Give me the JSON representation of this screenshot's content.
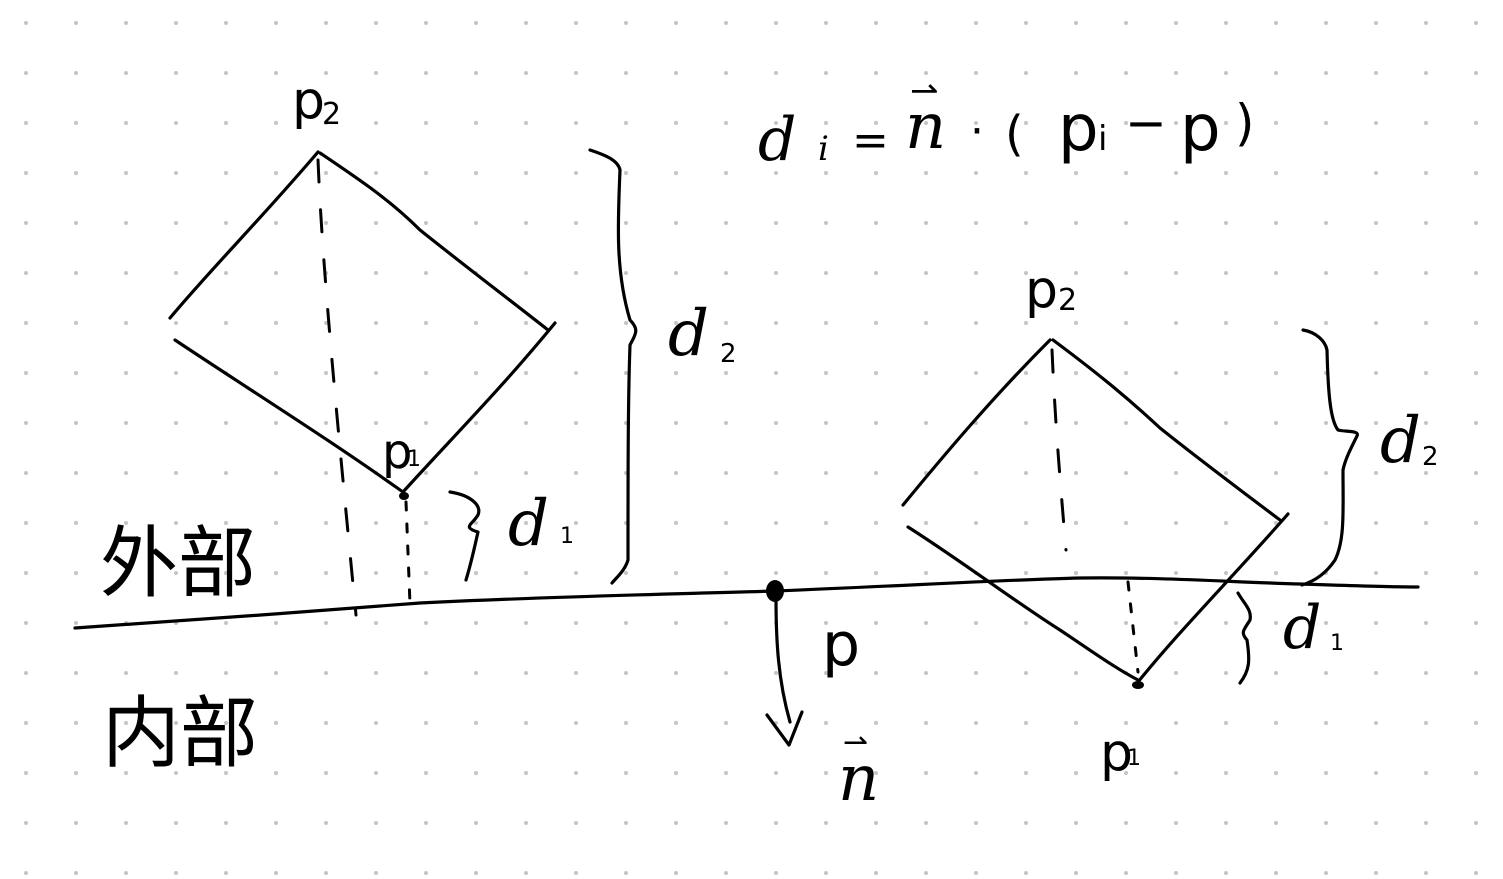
{
  "canvas": {
    "background": "#ffffff",
    "grid_dot_color": "#c4c4c4",
    "grid_spacing": 50,
    "grid_origin": [
      26,
      23
    ],
    "ink_color": "#000000"
  },
  "formula": {
    "lhs": "d",
    "lhs_sub": "i",
    "equals": "=",
    "vector": "n",
    "vector_arrow": "⇀",
    "dot": "·",
    "open_paren": "(",
    "point": "p",
    "point_sub": "i",
    "minus": "−",
    "point2": "p",
    "close_paren": ")"
  },
  "regions": {
    "outside_label": "外部",
    "inside_label": "内部"
  },
  "plane": {
    "point_label": "p",
    "normal_label": "n",
    "normal_arrow": "⇀"
  },
  "left_diamond": {
    "top_label": "p",
    "top_sub": "2",
    "bottom_label": "p",
    "bottom_sub": "1",
    "d1_label": "d",
    "d1_sub": "1",
    "d2_label": "d",
    "d2_sub": "2"
  },
  "right_diamond": {
    "top_label": "p",
    "top_sub": "2",
    "bottom_label": "p",
    "bottom_sub": "1",
    "d1_label": "d",
    "d1_sub": "1",
    "d2_label": "d",
    "d2_sub": "2"
  }
}
